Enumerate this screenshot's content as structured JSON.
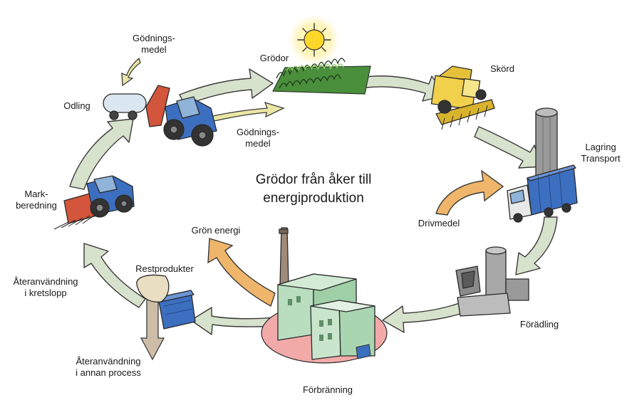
{
  "title": {
    "line1": "Grödor från åker till",
    "line2": "energiproduktion"
  },
  "labels": {
    "godningsmedel_top": [
      "Gödnings-",
      "medel"
    ],
    "grodor": "Grödor",
    "skord": "Skörd",
    "odling": "Odling",
    "godningsmedel_mid": [
      "Gödnings-",
      "medel"
    ],
    "lagring_transport": [
      "Lagring",
      "Transport"
    ],
    "markberedning": [
      "Mark-",
      "beredning"
    ],
    "drivmedel": "Drivmedel",
    "gron_energi": "Grön energi",
    "restprodukter": "Restprodukter",
    "ateranvandning_kretslopp": [
      "Återanvändning",
      "i kretslopp"
    ],
    "foradling": "Förädling",
    "ateranvandning_annan": [
      "Återanvändning",
      "i annan process"
    ],
    "forbranning": "Förbränning"
  },
  "icons": [
    "sun-icon",
    "crop-field-icon",
    "combine-harvester-icon",
    "silo-icon",
    "truck-icon",
    "processing-plant-icon",
    "power-plant-icon",
    "compost-bin-icon",
    "fertilizer-bag-icon",
    "tractor-tank-icon",
    "tractor-harrow-icon"
  ],
  "colors": {
    "cycle_arrow": "#d7e2cc",
    "arrow_outline": "#3a3a3a",
    "energy_arrow": "#efb56a",
    "fertilizer_arrow": "#eae7a6",
    "reuse_arrow": "#cdbda6",
    "plant_ground": "#f2aaa9",
    "plant_building": "#b9ddbf",
    "tractor_blue": "#3d6fc0",
    "harvester_yellow": "#f1d04b",
    "sun_yellow": "#ffd62a"
  }
}
